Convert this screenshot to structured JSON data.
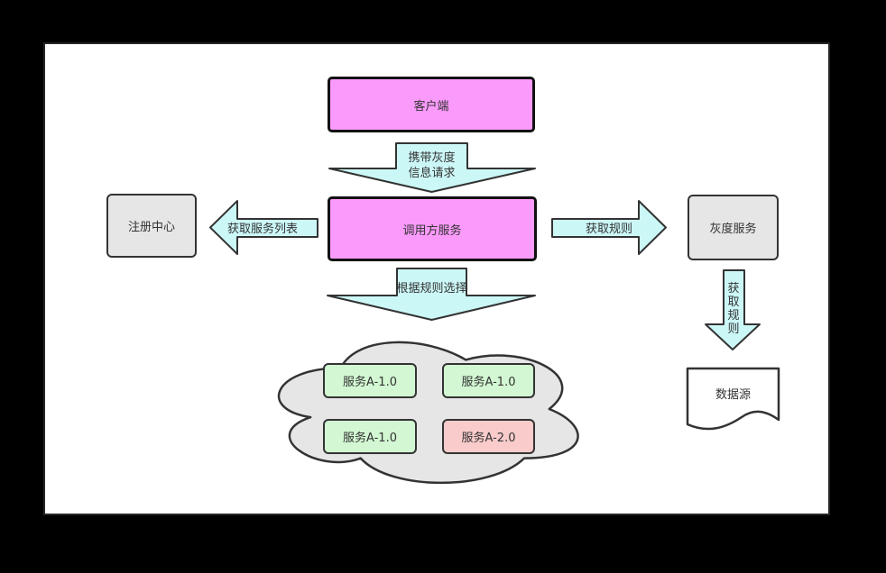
{
  "diagram": {
    "title": "gray-release-flow",
    "nodes": {
      "client": {
        "label": "客户端",
        "fill": "#fa9afa"
      },
      "caller": {
        "label": "调用方服务",
        "fill": "#fa9afa"
      },
      "registry": {
        "label": "注册中心",
        "fill": "#e6e6e6"
      },
      "gray_service": {
        "label": "灰度服务",
        "fill": "#e6e6e6"
      },
      "datasource": {
        "label": "数据源",
        "fill": "#ffffff"
      },
      "cloud_services": [
        {
          "label": "服务A-1.0",
          "fill": "#d2f7d2"
        },
        {
          "label": "服务A-1.0",
          "fill": "#d2f7d2"
        },
        {
          "label": "服务A-1.0",
          "fill": "#d2f7d2"
        },
        {
          "label": "服务A-2.0",
          "fill": "#f9cbcb"
        }
      ]
    },
    "edges": {
      "client_to_caller": {
        "label_line1": "携带灰度",
        "label_line2": "信息请求"
      },
      "caller_to_registry": {
        "label": "获取服务列表"
      },
      "caller_to_gray": {
        "label": "获取规则"
      },
      "caller_to_cluster": {
        "label": "根据规则选择"
      },
      "gray_to_datasource": {
        "label": "获取规则"
      }
    },
    "colors": {
      "page_background": "#000000",
      "canvas_background": "#ffffff",
      "arrow_fill": "#ccf7f7",
      "arrow_stroke": "#333333",
      "node_stroke": "#333333",
      "pink_node_stroke": "#111111",
      "cloud_fill": "#e6e6e6",
      "text": "#333333"
    }
  }
}
